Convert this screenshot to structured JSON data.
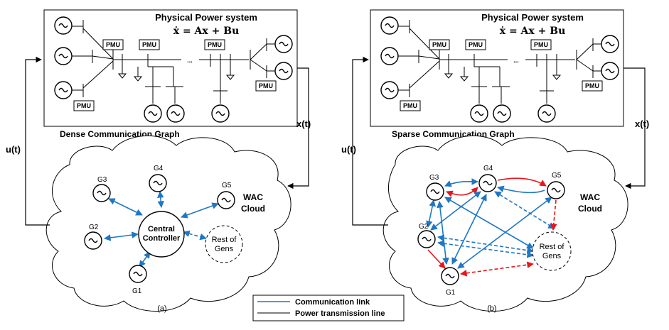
{
  "panel_a": {
    "title": "Physical Power system",
    "equation": "ẋ = Ax + Bu",
    "pmu_label": "PMU",
    "ellipsis": "...",
    "graph_label": "Dense Communication Graph",
    "x_signal": "x(t)",
    "u_signal": "u(t)",
    "wac_line1": "WAC",
    "wac_line2": "Cloud",
    "controller_line1": "Central",
    "controller_line2": "Controller",
    "rest_line1": "Rest of",
    "rest_line2": "Gens",
    "generators": [
      "G1",
      "G2",
      "G3",
      "G4",
      "G5"
    ],
    "caption": "(a)"
  },
  "panel_b": {
    "title": "Physical Power system",
    "equation": "ẋ = Ax + Bu",
    "pmu_label": "PMU",
    "ellipsis": "...",
    "graph_label": "Sparse Communication Graph",
    "x_signal": "x(t)",
    "u_signal": "u(t)",
    "wac_line1": "WAC",
    "wac_line2": "Cloud",
    "rest_line1": "Rest of",
    "rest_line2": "Gens",
    "generators": [
      "G1",
      "G2",
      "G3",
      "G4",
      "G5"
    ],
    "caption": "(b)"
  },
  "legend": {
    "communication_link": "Communication link",
    "transmission_line": "Power transmission line"
  },
  "colors": {
    "communication_link": "#1f77c4",
    "sparse_link": "#e8151b",
    "transmission_line": "#000000"
  }
}
